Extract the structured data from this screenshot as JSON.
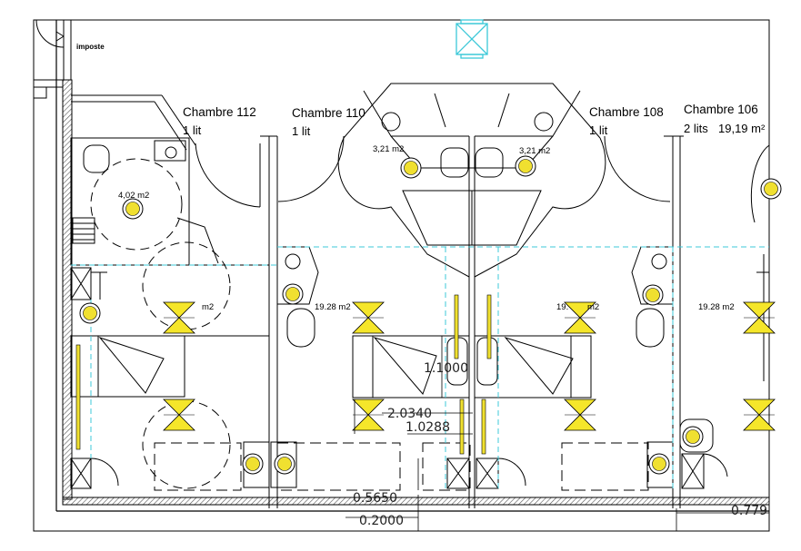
{
  "rooms": [
    {
      "name": "Chambre 112",
      "beds": "1 lit",
      "area": ""
    },
    {
      "name": "Chambre 110",
      "beds": "1 lit",
      "area": ""
    },
    {
      "name": "Chambre 108",
      "beds": "1 lit",
      "area": ""
    },
    {
      "name": "Chambre 106",
      "beds": "2 lits",
      "area": "19,19 m²"
    }
  ],
  "areas": {
    "bath_left": "4,02 m2",
    "bath_110": "3,21 m2",
    "bath_108": "3,21 m2",
    "room_112_partial": "m2",
    "room_110": "19.28 m2",
    "room_108_partial": "19.",
    "room_108_partial_b": "m2",
    "room_106": "19.28 m2"
  },
  "labels": {
    "imposte": "imposte"
  },
  "dimensions": {
    "d1": "1.1000",
    "d2": "2.0340",
    "d3": "1.0288",
    "d4": "0.5650",
    "d5": "0.2000",
    "d6": "0.779"
  },
  "colors": {
    "line": "#000000",
    "dashed_cyan": "#3cc8d8",
    "fixture_yellow": "#f0e030",
    "bowtie_yellow": "#f5e62a",
    "hatch": "#555555"
  }
}
